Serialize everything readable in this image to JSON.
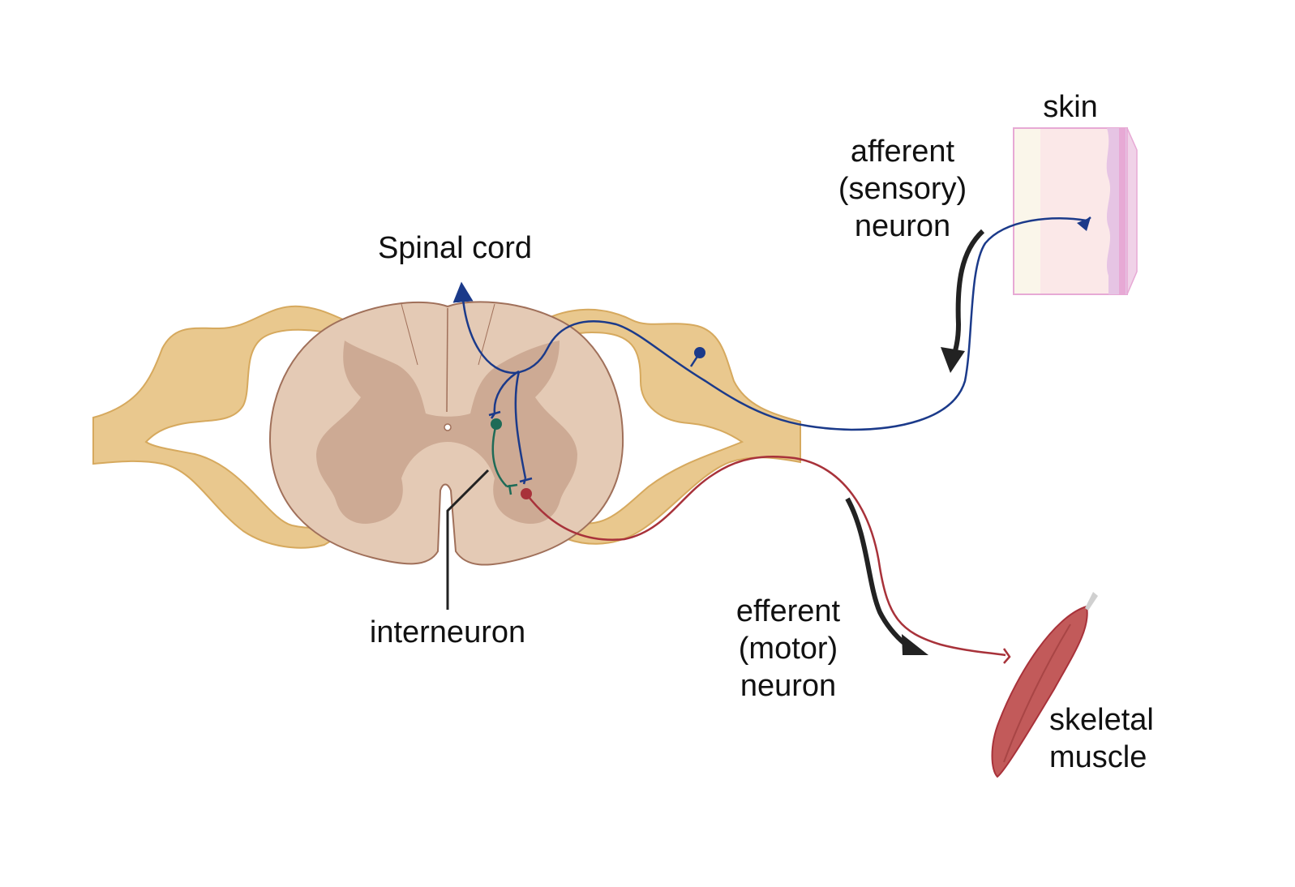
{
  "labels": {
    "spinal_cord": "Spinal cord",
    "skin": "skin",
    "afferent": [
      "afferent",
      "(sensory)",
      "neuron"
    ],
    "efferent": [
      "efferent",
      "(motor)",
      "neuron"
    ],
    "interneuron": "interneuron",
    "muscle": [
      "skeletal",
      "muscle"
    ]
  },
  "colors": {
    "nerve_root": "#E9C88E",
    "white_matter": "#E4CAB5",
    "grey_matter": "#CDAA94",
    "sensory_neuron": "#1B3A8A",
    "interneuron": "#1E6B57",
    "motor_neuron": "#A8323A",
    "skin": "#FBE8E8",
    "muscle": "#C25A5A"
  }
}
